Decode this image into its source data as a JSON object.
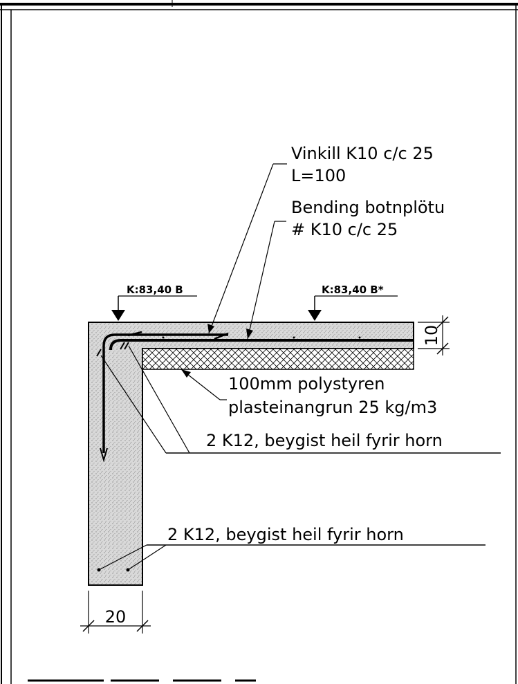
{
  "labels": {
    "vinkill_line1": "Vinkill K10 c/c 25",
    "vinkill_line2": "L=100",
    "bending_line1": "Bending botnplötu",
    "bending_line2": "# K10 c/c 25",
    "level_left": "K:83,40 B",
    "level_right": "K:83,40 B*",
    "slab_thickness": "10",
    "insulation_line1": "100mm polystyren",
    "insulation_line2": "plasteinangrun 25 kg/m3",
    "rebar_top": "2 K12, beygist heil fyrir horn",
    "rebar_bottom": "2 K12, beygist heil fyrir horn",
    "wall_width": "20"
  }
}
